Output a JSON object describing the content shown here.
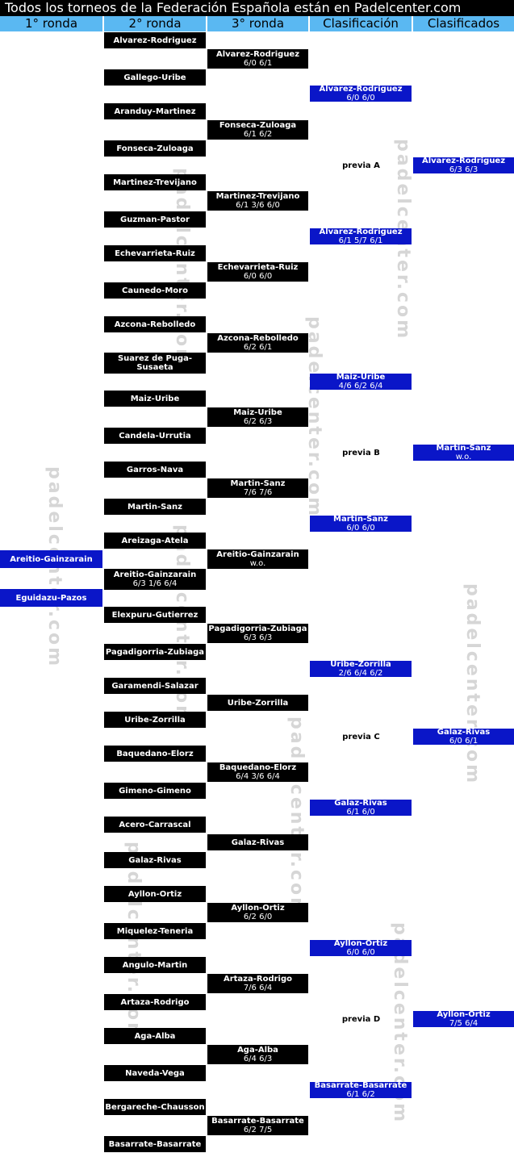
{
  "title": "Todos los torneos de la Federación Española están en Padelcenter.com",
  "headers": [
    "1° ronda",
    "2° ronda",
    "3° ronda",
    "Clasificación",
    "Clasificados"
  ],
  "watermark": "padelcenter.com",
  "ronda1": [
    {
      "name": "Areitio-Gainzarain",
      "score": ""
    },
    {
      "name": "Eguidazu-Pazos",
      "score": ""
    }
  ],
  "ronda2": [
    {
      "name": "Alvarez-Rodriguez",
      "score": ""
    },
    {
      "name": "Gallego-Uribe",
      "score": ""
    },
    {
      "name": "Aranduy-Martinez",
      "score": ""
    },
    {
      "name": "Fonseca-Zuloaga",
      "score": ""
    },
    {
      "name": "Martinez-Trevijano",
      "score": ""
    },
    {
      "name": "Guzman-Pastor",
      "score": ""
    },
    {
      "name": "Echevarrieta-Ruiz",
      "score": ""
    },
    {
      "name": "Caunedo-Moro",
      "score": ""
    },
    {
      "name": "Azcona-Rebolledo",
      "score": ""
    },
    {
      "name": "Suarez de Puga-Susaeta",
      "score": ""
    },
    {
      "name": "Maiz-Uribe",
      "score": ""
    },
    {
      "name": "Candela-Urrutia",
      "score": ""
    },
    {
      "name": "Garros-Nava",
      "score": ""
    },
    {
      "name": "Martin-Sanz",
      "score": ""
    },
    {
      "name": "Areizaga-Atela",
      "score": ""
    },
    {
      "name": "Areitio-Gainzarain",
      "score": "6/3 1/6 6/4"
    },
    {
      "name": "Elexpuru-Gutierrez",
      "score": ""
    },
    {
      "name": "Pagadigorria-Zubiaga",
      "score": ""
    },
    {
      "name": "Garamendi-Salazar",
      "score": ""
    },
    {
      "name": "Uribe-Zorrilla",
      "score": ""
    },
    {
      "name": "Baquedano-Elorz",
      "score": ""
    },
    {
      "name": "Gimeno-Gimeno",
      "score": ""
    },
    {
      "name": "Acero-Carrascal",
      "score": ""
    },
    {
      "name": "Galaz-Rivas",
      "score": ""
    },
    {
      "name": "Ayllon-Ortiz",
      "score": ""
    },
    {
      "name": "Miquelez-Teneria",
      "score": ""
    },
    {
      "name": "Angulo-Martin",
      "score": ""
    },
    {
      "name": "Artaza-Rodrigo",
      "score": ""
    },
    {
      "name": "Aga-Alba",
      "score": ""
    },
    {
      "name": "Naveda-Vega",
      "score": ""
    },
    {
      "name": "Bergareche-Chausson",
      "score": ""
    },
    {
      "name": "Basarrate-Basarrate",
      "score": ""
    }
  ],
  "ronda3": [
    {
      "name": "Alvarez-Rodriguez",
      "score": "6/0 6/1"
    },
    {
      "name": "Fonseca-Zuloaga",
      "score": "6/1 6/2"
    },
    {
      "name": "Martinez-Trevijano",
      "score": "6/1 3/6 6/0"
    },
    {
      "name": "Echevarrieta-Ruiz",
      "score": "6/0 6/0"
    },
    {
      "name": "Azcona-Rebolledo",
      "score": "6/2 6/1"
    },
    {
      "name": "Maiz-Uribe",
      "score": "6/2 6/3"
    },
    {
      "name": "Martin-Sanz",
      "score": "7/6 7/6"
    },
    {
      "name": "Areitio-Gainzarain",
      "score": "w.o."
    },
    {
      "name": "Pagadigorria-Zubiaga",
      "score": "6/3 6/3"
    },
    {
      "name": "Uribe-Zorrilla",
      "score": ""
    },
    {
      "name": "Baquedano-Elorz",
      "score": "6/4 3/6 6/4"
    },
    {
      "name": "Galaz-Rivas",
      "score": ""
    },
    {
      "name": "Ayllon-Ortiz",
      "score": "6/2 6/0"
    },
    {
      "name": "Artaza-Rodrigo",
      "score": "7/6 6/4"
    },
    {
      "name": "Aga-Alba",
      "score": "6/4 6/3"
    },
    {
      "name": "Basarrate-Basarrate",
      "score": "6/2 7/5"
    }
  ],
  "clasificacion": [
    {
      "name": "Alvarez-Rodriguez",
      "score": "6/0 6/0"
    },
    {
      "name": "Alvarez-Rodriguez",
      "score": "6/1 5/7 6/1"
    },
    {
      "name": "Maiz-Uribe",
      "score": "4/6 6/2 6/4"
    },
    {
      "name": "Martin-Sanz",
      "score": "6/0 6/0"
    },
    {
      "name": "Uribe-Zorrilla",
      "score": "2/6 6/4 6/2"
    },
    {
      "name": "Galaz-Rivas",
      "score": "6/1 6/0"
    },
    {
      "name": "Ayllon-Ortiz",
      "score": "6/0 6/0"
    },
    {
      "name": "Basarrate-Basarrate",
      "score": "6/1 6/2"
    }
  ],
  "previas": [
    "previa A",
    "previa B",
    "previa C",
    "previa D"
  ],
  "clasificados": [
    {
      "name": "Alvarez-Rodriguez",
      "score": "6/3 6/3"
    },
    {
      "name": "Martin-Sanz",
      "score": "w.o."
    },
    {
      "name": "Galaz-Rivas",
      "score": "6/0 6/1"
    },
    {
      "name": "Ayllon-Ortiz",
      "score": "7/5 6/4"
    }
  ],
  "colors": {
    "header": "#5ab8f2",
    "match": "#000000",
    "winner": "#0a16c8",
    "watermark": "#d6d6d6"
  }
}
